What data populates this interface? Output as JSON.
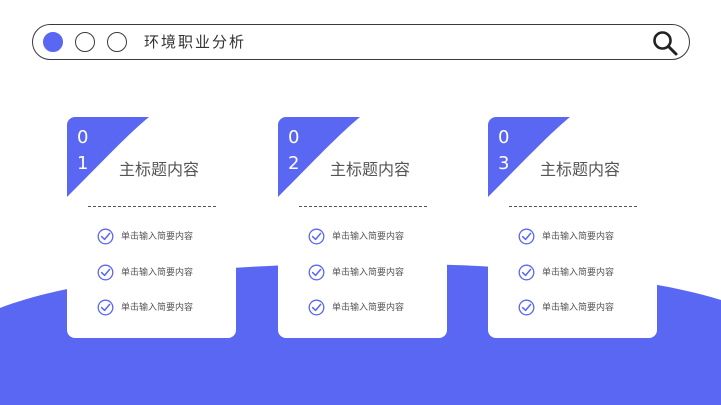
{
  "header": {
    "title": "环境职业分析",
    "dots": [
      "filled-dot",
      "outline-dot",
      "outline-dot"
    ],
    "search_icon": "search-icon"
  },
  "colors": {
    "accent": "#5a67f2",
    "text": "#555555",
    "border": "#3a3a3a"
  },
  "cards": [
    {
      "number": "01",
      "title": "主标题内容",
      "items": [
        "单击输入简要内容",
        "单击输入简要内容",
        "单击输入简要内容"
      ]
    },
    {
      "number": "02",
      "title": "主标题内容",
      "items": [
        "单击输入简要内容",
        "单击输入简要内容",
        "单击输入简要内容"
      ]
    },
    {
      "number": "03",
      "title": "主标题内容",
      "items": [
        "单击输入简要内容",
        "单击输入简要内容",
        "单击输入简要内容"
      ]
    }
  ]
}
